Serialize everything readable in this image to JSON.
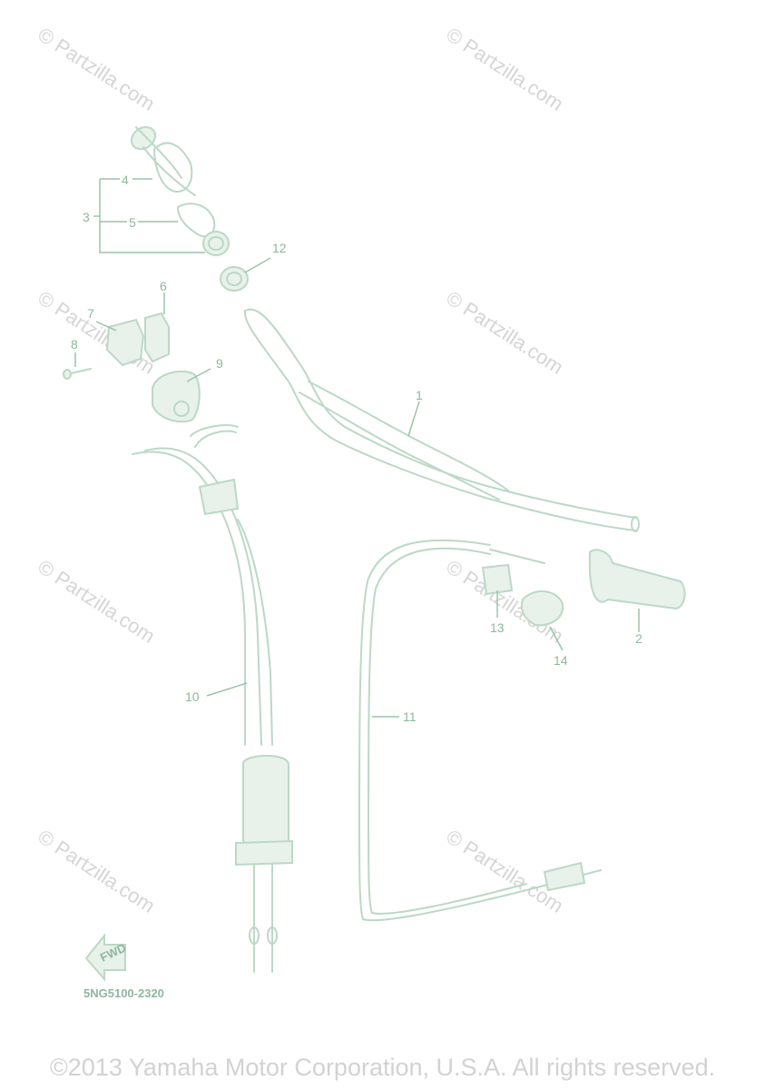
{
  "watermark": "© Partzilla.com",
  "diagram_code": "5NG5100-2320",
  "fwd_arrow_label": "FWD",
  "copyright": "©2013 Yamaha Motor Corporation, U.S.A. All rights reserved.",
  "callouts": [
    "1",
    "2",
    "3",
    "4",
    "5",
    "6",
    "7",
    "8",
    "9",
    "10",
    "11",
    "12",
    "13",
    "14"
  ]
}
